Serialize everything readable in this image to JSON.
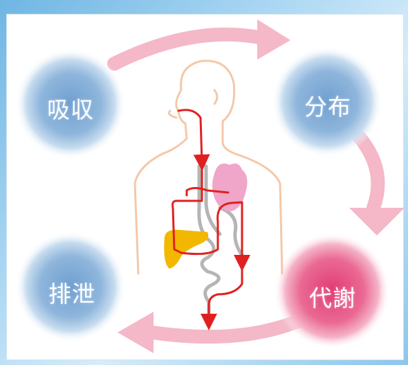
{
  "stages": {
    "absorption": {
      "label": "吸収",
      "color": "#8fb6dc"
    },
    "distribution": {
      "label": "分布",
      "color": "#8fb6dc"
    },
    "metabolism": {
      "label": "代謝",
      "color": "#e85a87"
    },
    "excretion": {
      "label": "排泄",
      "color": "#8fb6dc"
    }
  },
  "colors": {
    "cycle_arrow": "#f4b8c8",
    "pathway": "#e02020",
    "body_outline": "#f4c8a8",
    "heart": "#f0a6c8",
    "liver": "#f2b800",
    "intestine": "#b5b5b5"
  }
}
